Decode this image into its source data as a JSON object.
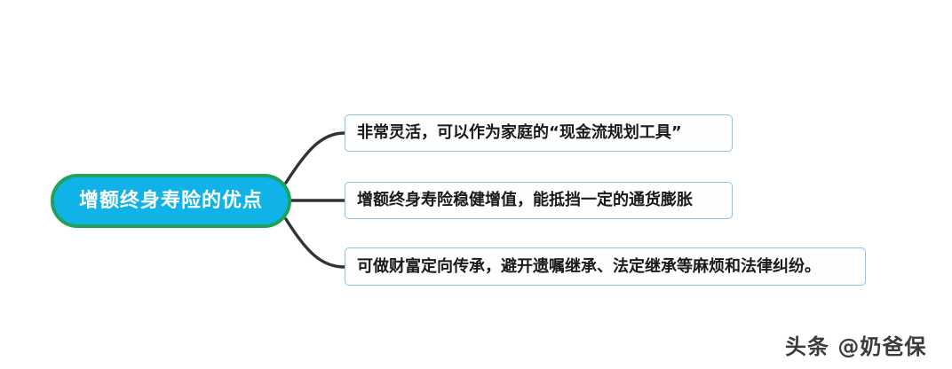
{
  "diagram": {
    "type": "mind-map",
    "title": "增额终身寿险的优点",
    "background_color": "#ffffff",
    "root": {
      "label": "增额终身寿险的优点",
      "fill_color": "#0fb3e8",
      "border_color": "#1fa35a",
      "text_color": "#ffffff"
    },
    "branches": [
      {
        "label": "非常灵活，可以作为家庭的“现金流规划工具”",
        "border_color": "#8cc3ec",
        "fill_color": "#fdfeff",
        "text_color": "#1a1a1a"
      },
      {
        "label": "增额终身寿险稳健增值，能抵挡一定的通货膨胀",
        "border_color": "#8cc3ec",
        "fill_color": "#fdfeff",
        "text_color": "#1a1a1a"
      },
      {
        "label": "可做财富定向传承，避开遗嘱继承、法定继承等麻烦和法律纠纷。",
        "border_color": "#8cc3ec",
        "fill_color": "#fdfeff",
        "text_color": "#1a1a1a"
      }
    ],
    "connector_color": "#333333"
  },
  "watermark": {
    "text": "头条 @奶爸保",
    "color": "#3c3c3c"
  }
}
